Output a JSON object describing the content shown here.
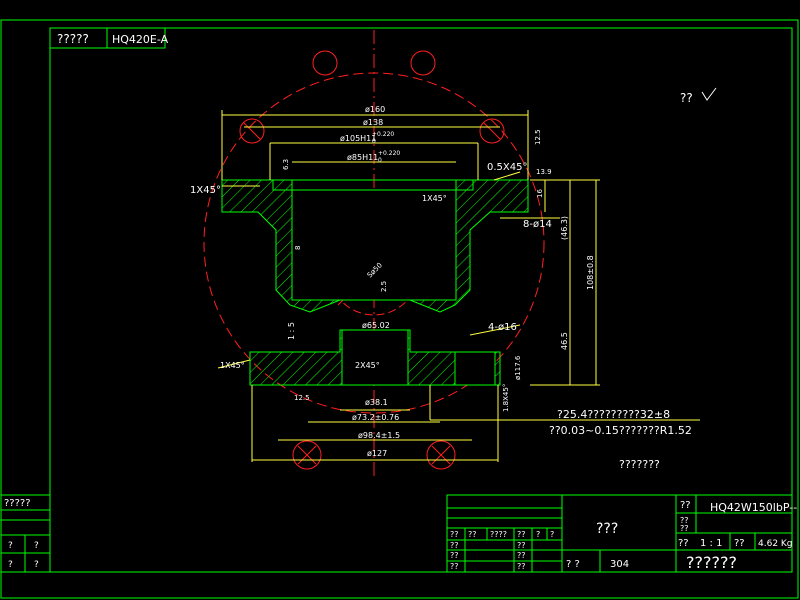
{
  "colors": {
    "frame": "#00ff00",
    "red": "#ff2020",
    "yellow": "#ffff40",
    "white": "#ffffff",
    "hatch": "#00ff00"
  },
  "title_tag": {
    "left": "?????",
    "right": "HQ420E-A"
  },
  "roughness_note": "??",
  "dimensions": {
    "d160": "ø160",
    "d138": "ø138",
    "d105": "ø105H11",
    "d105_tol_top": "+0.220",
    "d105_tol_bot": "0",
    "d85": "ø85H11",
    "d85_tol_top": "+0.220",
    "d85_tol_bot": "0",
    "chamfer_05": "0.5X45°",
    "chamfer_1x45_top": "1X45°",
    "chamfer_1x45_mid": "1X45°",
    "chamfer_1x45_low": "1X45°",
    "chamfer_2x45": "2X45°",
    "holes_8": "8-ø14",
    "holes_4": "4-ø16",
    "dim_16": "16",
    "dim_139": "13.9",
    "dim_46_3": "(46.3)",
    "dim_108": "108±0.8",
    "dim_46_5": "46.5",
    "dim_65": "ø65.02",
    "dim_38": "ø38.1",
    "dim_73": "ø73.2±0.76",
    "dim_98": "ø98.4±1.5",
    "dim_127": "ø127",
    "ra_12_5": "12.5",
    "ra_6_3": "6.3",
    "dim_8": "8",
    "dim_25": "2.5",
    "sphere": "Sø50",
    "dim_117_6": "ø117.6",
    "ratio_15": "1 : 5",
    "dim_18": "1.8X45°",
    "dim_125b": "12.5"
  },
  "notes": {
    "line1": "?25.4?????????32±8",
    "line2": "??0.03~0.15???????R1.52",
    "line3": "???????"
  },
  "title_block": {
    "part_name": "???",
    "drawing_no": "HQ42W150lbP--",
    "label_a": "??",
    "scale_label": "??",
    "scale_value": "1 : 1",
    "weight_label": "??",
    "weight_value": "4.62 Kg",
    "company": "??????",
    "sheet_label": "? ?",
    "sheet_value": "304",
    "hdr1": "??",
    "hdr2": "??",
    "hdr3": "????",
    "hdr4": "??",
    "hdr5": "?",
    "hdr6": "?",
    "r1": "??",
    "r2": "??",
    "r3": "??",
    "r4": "??",
    "r5": "??",
    "r6": "??",
    "c1": "??",
    "c2": "??"
  },
  "left_block": {
    "title": "?????",
    "r1a": "?",
    "r1b": "?",
    "r2a": "?",
    "r2b": "?"
  }
}
